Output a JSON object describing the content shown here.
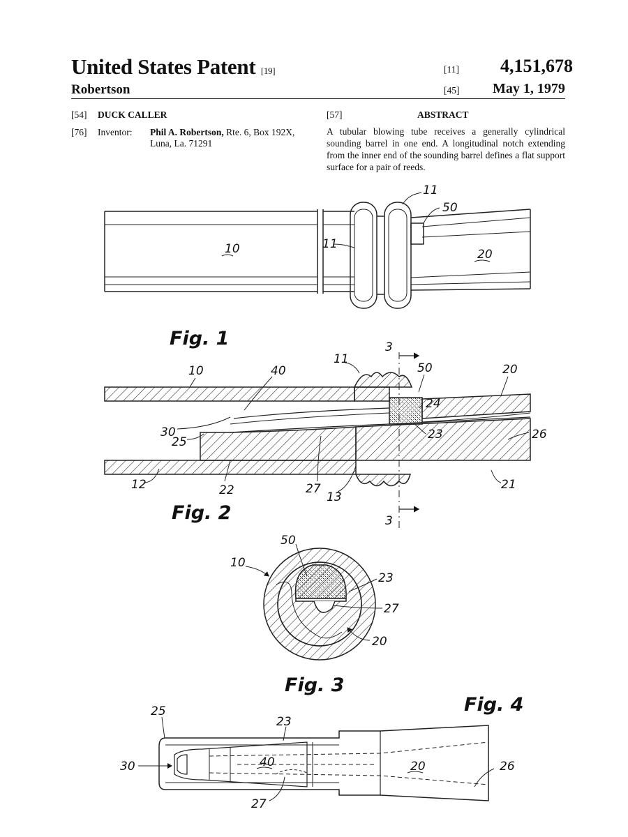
{
  "header": {
    "title": "United States Patent",
    "title_code": "[19]",
    "inventor_surname": "Robertson",
    "patent_code": "[11]",
    "patent_number": "4,151,678",
    "date_code": "[45]",
    "date": "May 1, 1979"
  },
  "meta": {
    "title_code": "[54]",
    "title": "DUCK CALLER",
    "inventor_code": "[76]",
    "inventor_label": "Inventor:",
    "inventor_name": "Phil A. Robertson,",
    "inventor_address_1": "Rte. 6, Box 192X,",
    "inventor_address_2": "Luna, La. 71291"
  },
  "abstract": {
    "code": "[57]",
    "heading": "ABSTRACT",
    "text": "A tubular blowing tube receives a generally cylindrical sounding barrel in one end. A longitudinal notch extending from the inner end of the sounding barrel defines a flat support surface for a pair of reeds."
  },
  "figures": {
    "fig1": {
      "caption": "Fig. 1",
      "labels": {
        "tube": "10",
        "ring_top": "11",
        "ring_left": "11",
        "cap": "50",
        "barrel": "20"
      }
    },
    "fig2": {
      "caption": "Fig. 2",
      "section_mark": "3",
      "labels": {
        "tube": "10",
        "reed": "40",
        "ring": "11",
        "cap": "50",
        "barrel": "20",
        "surface": "24",
        "reed_short": "30",
        "notch_end": "25",
        "flat": "23",
        "bore_end": "26",
        "bore": "12",
        "insert": "22",
        "channel": "27",
        "shoulder": "13",
        "barrel_end": "21"
      }
    },
    "fig3": {
      "caption": "Fig. 3",
      "labels": {
        "cap": "50",
        "tube": "10",
        "flat": "23",
        "channel": "27",
        "barrel": "20"
      }
    },
    "fig4": {
      "caption": "Fig. 4",
      "labels": {
        "notch_end": "25",
        "flat": "23",
        "reed_short": "30",
        "reed": "40",
        "barrel": "20",
        "bore_end": "26",
        "channel": "27"
      }
    }
  }
}
